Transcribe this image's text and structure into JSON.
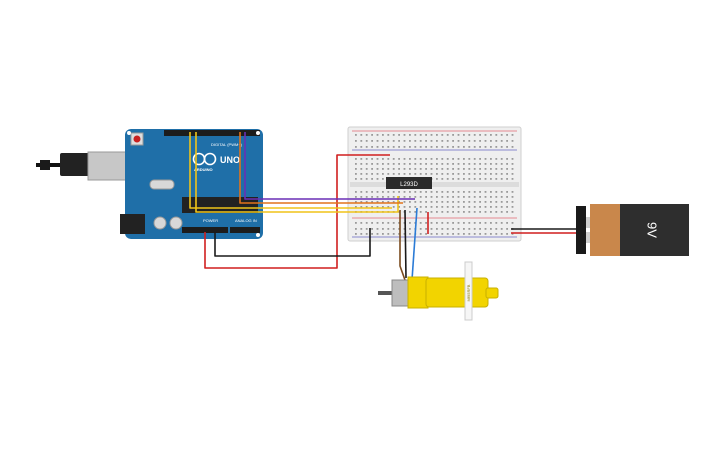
{
  "arduino": {
    "brand": "UNO",
    "logo_text": "ARDUINO",
    "digital_header": "DIGITAL (PWM~)",
    "power_header": "POWER",
    "analog_header": "ANALOG IN",
    "board_color": "#1f6fa8"
  },
  "ic": {
    "label": "L293D"
  },
  "battery": {
    "label": "9V",
    "body_color": "#2e2e2e",
    "top_color": "#c9874b"
  },
  "motor": {
    "label": "Mf95RFB",
    "body_color": "#f2d400"
  },
  "wires": {
    "colors": {
      "red": "#d01f1f",
      "black": "#1a1a1a",
      "yellow": "#f0c419",
      "purple": "#6a2fb5",
      "orange": "#e2731b",
      "blue": "#2b7bd6",
      "brown": "#7a4b1e"
    }
  }
}
